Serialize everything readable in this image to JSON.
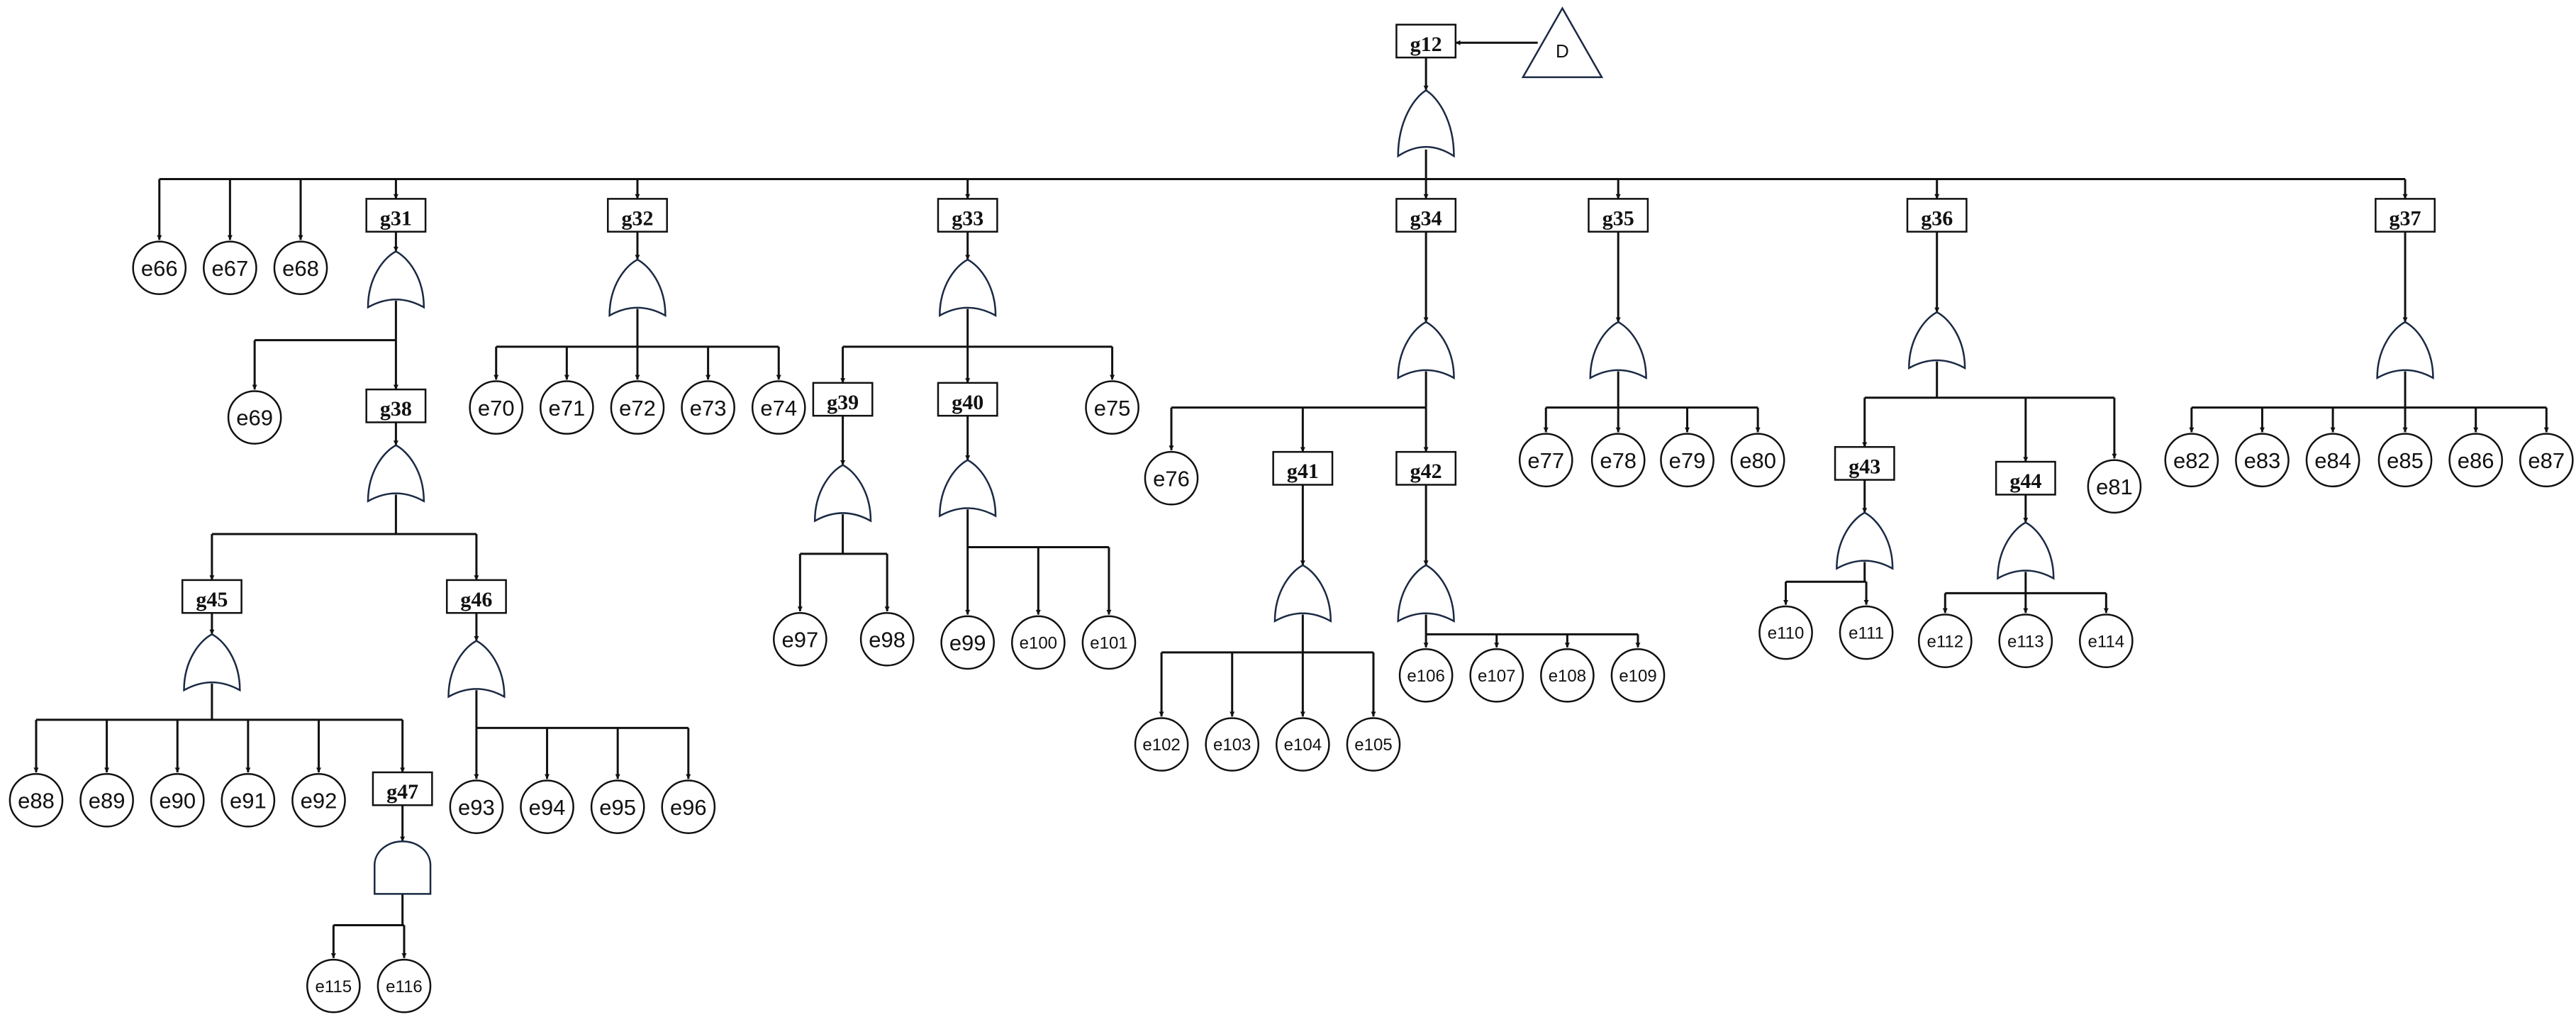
{
  "transfer": {
    "label": "D",
    "target": "g12"
  },
  "gates": [
    {
      "id": "g12",
      "label": "g12",
      "type": "or",
      "children": [
        "g31",
        "g32",
        "g33",
        "g34",
        "g35",
        "g36",
        "g37"
      ],
      "events": [
        "e66",
        "e67",
        "e68"
      ]
    },
    {
      "id": "g31",
      "label": "g31",
      "type": "or",
      "children": [
        "g38"
      ],
      "events": [
        "e69"
      ]
    },
    {
      "id": "g32",
      "label": "g32",
      "type": "or",
      "children": [],
      "events": [
        "e70",
        "e71",
        "e72",
        "e73",
        "e74"
      ]
    },
    {
      "id": "g33",
      "label": "g33",
      "type": "or",
      "children": [
        "g39",
        "g40"
      ],
      "events": [
        "e75"
      ]
    },
    {
      "id": "g34",
      "label": "g34",
      "type": "or",
      "children": [
        "g41",
        "g42"
      ],
      "events": [
        "e76"
      ]
    },
    {
      "id": "g35",
      "label": "g35",
      "type": "or",
      "children": [],
      "events": [
        "e77",
        "e78",
        "e79",
        "e80"
      ]
    },
    {
      "id": "g36",
      "label": "g36",
      "type": "or",
      "children": [
        "g43",
        "g44"
      ],
      "events": [
        "e81"
      ]
    },
    {
      "id": "g37",
      "label": "g37",
      "type": "or",
      "children": [],
      "events": [
        "e82",
        "e83",
        "e84",
        "e85",
        "e86",
        "e87"
      ]
    },
    {
      "id": "g38",
      "label": "g38",
      "type": "or",
      "children": [
        "g45",
        "g46"
      ],
      "events": []
    },
    {
      "id": "g39",
      "label": "g39",
      "type": "or",
      "children": [],
      "events": [
        "e97",
        "e98"
      ]
    },
    {
      "id": "g40",
      "label": "g40",
      "type": "or",
      "children": [],
      "events": [
        "e99",
        "e100",
        "e101"
      ]
    },
    {
      "id": "g41",
      "label": "g41",
      "type": "or",
      "children": [],
      "events": [
        "e102",
        "e103",
        "e104",
        "e105"
      ]
    },
    {
      "id": "g42",
      "label": "g42",
      "type": "or",
      "children": [],
      "events": [
        "e106",
        "e107",
        "e108",
        "e109"
      ]
    },
    {
      "id": "g43",
      "label": "g43",
      "type": "or",
      "children": [],
      "events": [
        "e110",
        "e111"
      ]
    },
    {
      "id": "g44",
      "label": "g44",
      "type": "or",
      "children": [],
      "events": [
        "e112",
        "e113",
        "e114"
      ]
    },
    {
      "id": "g45",
      "label": "g45",
      "type": "or",
      "children": [
        "g47"
      ],
      "events": [
        "e88",
        "e89",
        "e90",
        "e91",
        "e92"
      ]
    },
    {
      "id": "g46",
      "label": "g46",
      "type": "or",
      "children": [],
      "events": [
        "e93",
        "e94",
        "e95",
        "e96"
      ]
    },
    {
      "id": "g47",
      "label": "g47",
      "type": "and",
      "children": [],
      "events": [
        "e115",
        "e116"
      ]
    }
  ],
  "events": [
    "e66",
    "e67",
    "e68",
    "e69",
    "e70",
    "e71",
    "e72",
    "e73",
    "e74",
    "e75",
    "e76",
    "e77",
    "e78",
    "e79",
    "e80",
    "e81",
    "e82",
    "e83",
    "e84",
    "e85",
    "e86",
    "e87",
    "e88",
    "e89",
    "e90",
    "e91",
    "e92",
    "e93",
    "e94",
    "e95",
    "e96",
    "e97",
    "e98",
    "e99",
    "e100",
    "e101",
    "e102",
    "e103",
    "e104",
    "e105",
    "e106",
    "e107",
    "e108",
    "e109",
    "e110",
    "e111",
    "e112",
    "e113",
    "e114",
    "e115",
    "e116"
  ],
  "colors": {
    "line": "#111111",
    "gate_stroke": "#1b2a44",
    "fill": "#ffffff"
  }
}
